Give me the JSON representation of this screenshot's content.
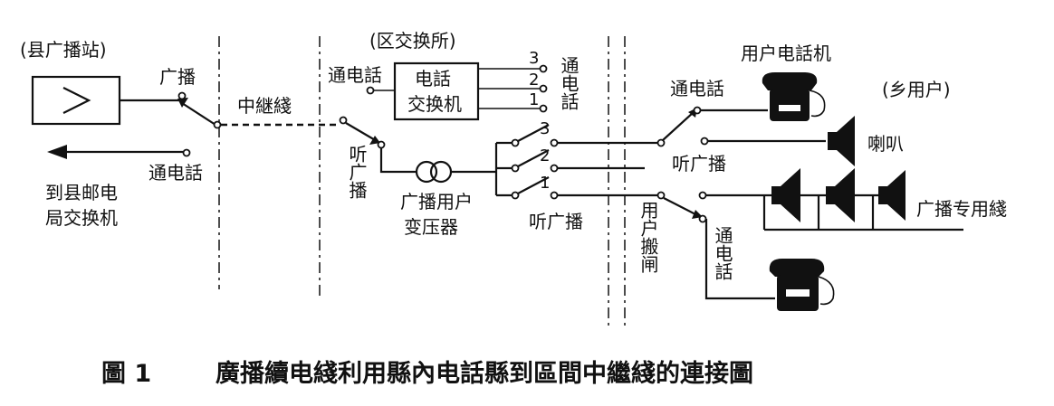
{
  "labels": {
    "county_station": "(县广播站)",
    "broadcast_top": "广播",
    "trunk_line": "中継綫",
    "to_telephone_left": "通电話",
    "to_post_office_1": "到县邮电",
    "to_post_office_2": "局交换机",
    "district_exchange": "(区交换所)",
    "tel_exchange_1": "电話",
    "tel_exchange_2": "交换机",
    "to_telephone_mid": "通电話",
    "line_num_3": "3",
    "line_num_2": "2",
    "line_num_1": "1",
    "to_telephone_vertical": "通电話",
    "listen_broadcast_vertical": "听广播",
    "transformer_1": "广播用户",
    "transformer_2": "变压器",
    "listen_broadcast_bottom": "听广播",
    "switch_num_3": "3",
    "switch_num_2": "2",
    "switch_num_1": "1",
    "user_knife_switch": "用户搬闸",
    "user_telephone": "用户电話机",
    "village_users": "(乡用户)",
    "to_telephone_right": "通电話",
    "loudspeaker": "喇叭",
    "listen_broadcast_right": "听广播",
    "broadcast_line": "广播专用綫",
    "to_telephone_right_vertical": "通电話"
  },
  "caption": {
    "figure_no": "圖 1",
    "text": "廣播續电綫利用縣內电話縣到區間中繼綫的連接圖"
  }
}
